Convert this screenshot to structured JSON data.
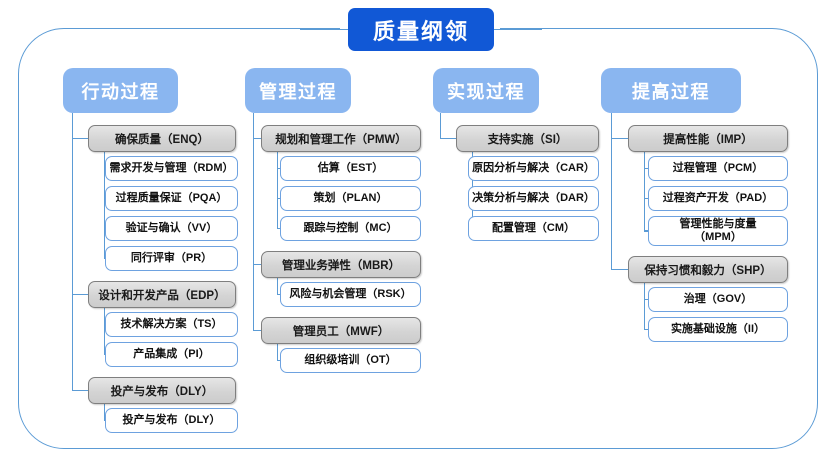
{
  "diagram": {
    "root": {
      "label": "质量纲领"
    },
    "columns": [
      {
        "id": "action",
        "header": "行动过程",
        "groups": [
          {
            "label": "确保质量（ENQ）",
            "children": [
              "需求开发与管理（RDM）",
              "过程质量保证（PQA）",
              "验证与确认（VV）",
              "同行评审（PR）"
            ]
          },
          {
            "label": "设计和开发产品（EDP）",
            "children": [
              "技术解决方案（TS）",
              "产品集成（PI）"
            ]
          },
          {
            "label": "投产与发布（DLY）",
            "children": [
              "投产与发布（DLY）"
            ]
          }
        ]
      },
      {
        "id": "management",
        "header": "管理过程",
        "groups": [
          {
            "label": "规划和管理工作（PMW）",
            "children": [
              "估算（EST）",
              "策划（PLAN）",
              "跟踪与控制（MC）"
            ]
          },
          {
            "label": "管理业务弹性（MBR）",
            "children": [
              "风险与机会管理（RSK）"
            ]
          },
          {
            "label": "管理员工（MWF）",
            "children": [
              "组织级培训（OT）"
            ]
          }
        ]
      },
      {
        "id": "implementation",
        "header": "实现过程",
        "groups": [
          {
            "label": "支持实施（SI）",
            "children": [
              "原因分析与解决（CAR）",
              "决策分析与解决（DAR）",
              "配置管理（CM）"
            ]
          }
        ]
      },
      {
        "id": "improvement",
        "header": "提高过程",
        "groups": [
          {
            "label": "提高性能（IMP）",
            "children": [
              "过程管理（PCM）",
              "过程资产开发（PAD）",
              "管理性能与度量\n（MPM）"
            ]
          },
          {
            "label": "保持习惯和毅力（SHP）",
            "children": [
              "治理（GOV）",
              "实施基础设施（II）"
            ]
          }
        ]
      }
    ]
  },
  "colors": {
    "root_fill": "#1158d6",
    "header_fill": "#8ab6f0",
    "node2_fill": "#d4d4d4",
    "node2_border": "#7f7f7f",
    "node3_border": "#6ea2e0",
    "line": "#5b9bd5",
    "frame_border": "#5b9bd5"
  }
}
